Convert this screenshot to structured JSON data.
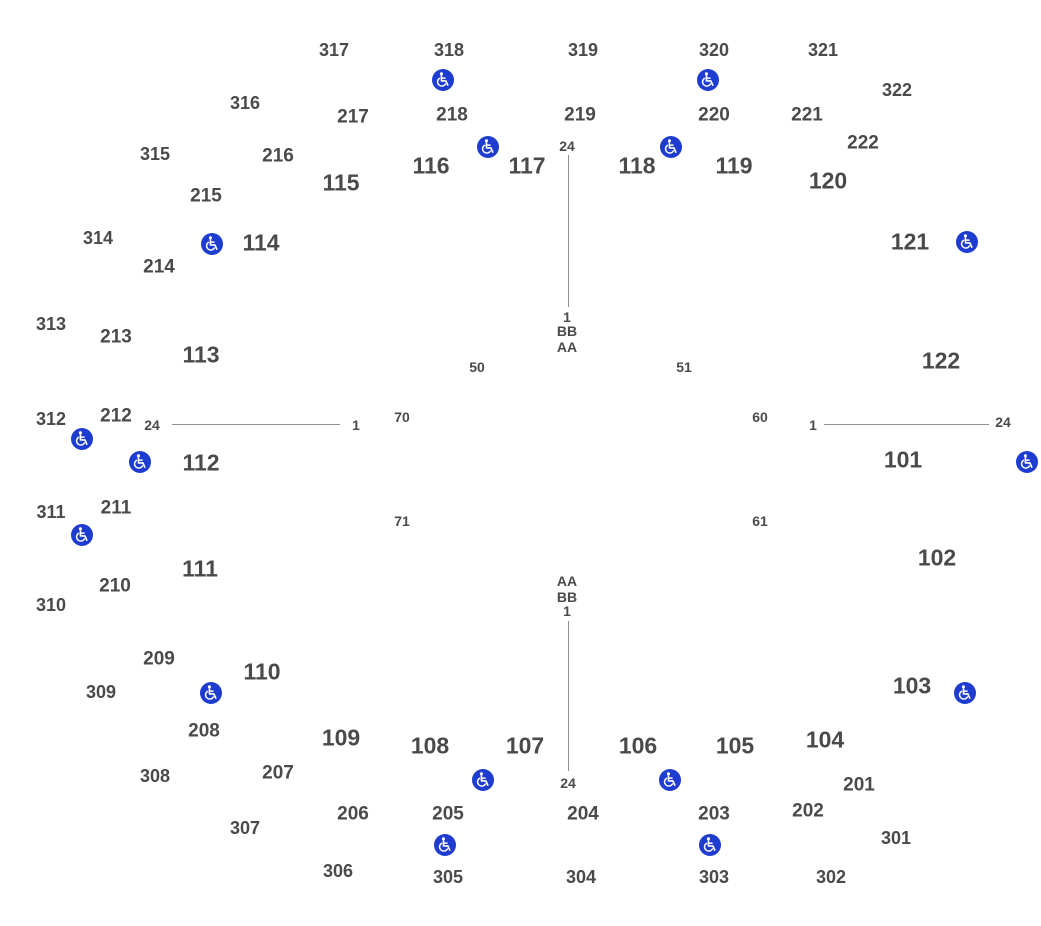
{
  "colors": {
    "label": "#4a4a4a",
    "line": "#8f8f8f",
    "accessible_icon_bg": "#1e3ccf",
    "accessible_icon_fg": "#ffffff"
  },
  "icon": "wheelchair-accessible-icon",
  "sections_100": [
    "101",
    "102",
    "103",
    "104",
    "105",
    "106",
    "107",
    "108",
    "109",
    "110",
    "111",
    "112",
    "113",
    "114",
    "115",
    "116",
    "117",
    "118",
    "119",
    "120",
    "121",
    "122"
  ],
  "sections_200": [
    "201",
    "202",
    "203",
    "204",
    "205",
    "206",
    "207",
    "208",
    "209",
    "210",
    "211",
    "212",
    "213",
    "214",
    "215",
    "216",
    "217",
    "218",
    "219",
    "220",
    "221",
    "222"
  ],
  "sections_300": [
    "301",
    "302",
    "303",
    "304",
    "305",
    "306",
    "307",
    "308",
    "309",
    "310",
    "311",
    "312",
    "313",
    "314",
    "315",
    "316",
    "317",
    "318",
    "319",
    "320",
    "321",
    "322"
  ],
  "row_markers": {
    "north": [
      "24",
      "1",
      "BB",
      "AA"
    ],
    "south": [
      "AA",
      "BB",
      "1",
      "24"
    ],
    "west": [
      "24",
      "1"
    ],
    "east": [
      "1",
      "24"
    ],
    "corners": [
      "50",
      "51",
      "70",
      "71",
      "60",
      "61"
    ]
  }
}
